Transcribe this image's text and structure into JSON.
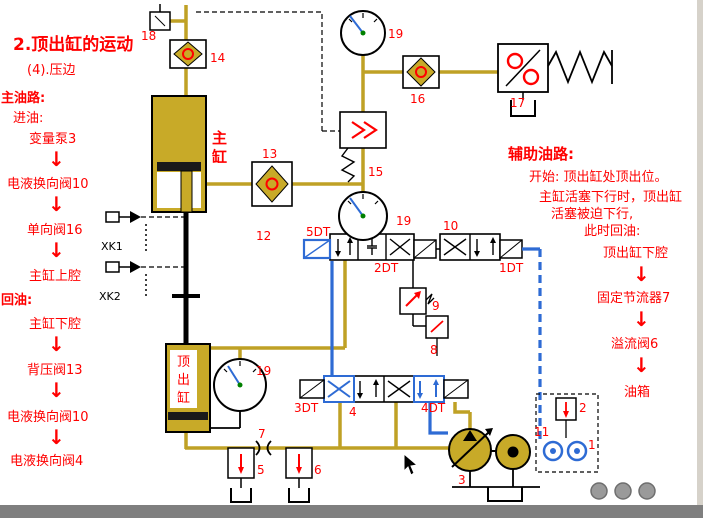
{
  "title": "2.顶出缸的运动",
  "subtitle": "(4).压边",
  "left_panel": {
    "heading": "主油路:",
    "inlet_label": "进油:",
    "inlet_chain": [
      "变量泵3",
      "电液换向阀10",
      "单向阀16",
      "主缸上腔"
    ],
    "return_label": "回油:",
    "return_chain": [
      "主缸下腔",
      "背压阀13",
      "电液换向阀10",
      "电液换向阀4"
    ],
    "arrow": "↓"
  },
  "right_panel": {
    "heading": "辅助油路:",
    "intro_lines": [
      "开始: 顶出缸处顶出位。",
      "主缸活塞下行时，顶出缸",
      "活塞被迫下行,",
      "此时回油:"
    ],
    "chain": [
      "顶出缸下腔",
      "固定节流器7",
      "溢流阀6",
      "油箱"
    ],
    "arrow": "↓"
  },
  "diagram": {
    "main_cylinder_chars": [
      "主",
      "缸"
    ],
    "ejector_chars": [
      "顶",
      "出",
      "缸"
    ],
    "switches": {
      "xk1": "XK1",
      "xk2": "XK2"
    },
    "solenoids": {
      "s5": "5DT",
      "s2": "2DT",
      "s1": "1DT",
      "s3": "3DT",
      "s4": "4DT"
    },
    "numbers": {
      "n1": "1",
      "n2": "2",
      "n3": "3",
      "n4": "4",
      "n5": "5",
      "n6": "6",
      "n7": "7",
      "n8": "8",
      "n9": "9",
      "n10": "10",
      "n11": "11",
      "n12": "12",
      "n13": "13",
      "n14": "14",
      "n15": "15",
      "n16": "16",
      "n17": "17",
      "n18": "18",
      "n19": "19"
    }
  },
  "colors": {
    "accent_red": "#FF0000",
    "pipe_olive": "#BFA125",
    "pipe_blue": "#2E6BD4",
    "cylinder_fill": "#C8AA28",
    "bottom_bar": "#7F7F7F"
  }
}
